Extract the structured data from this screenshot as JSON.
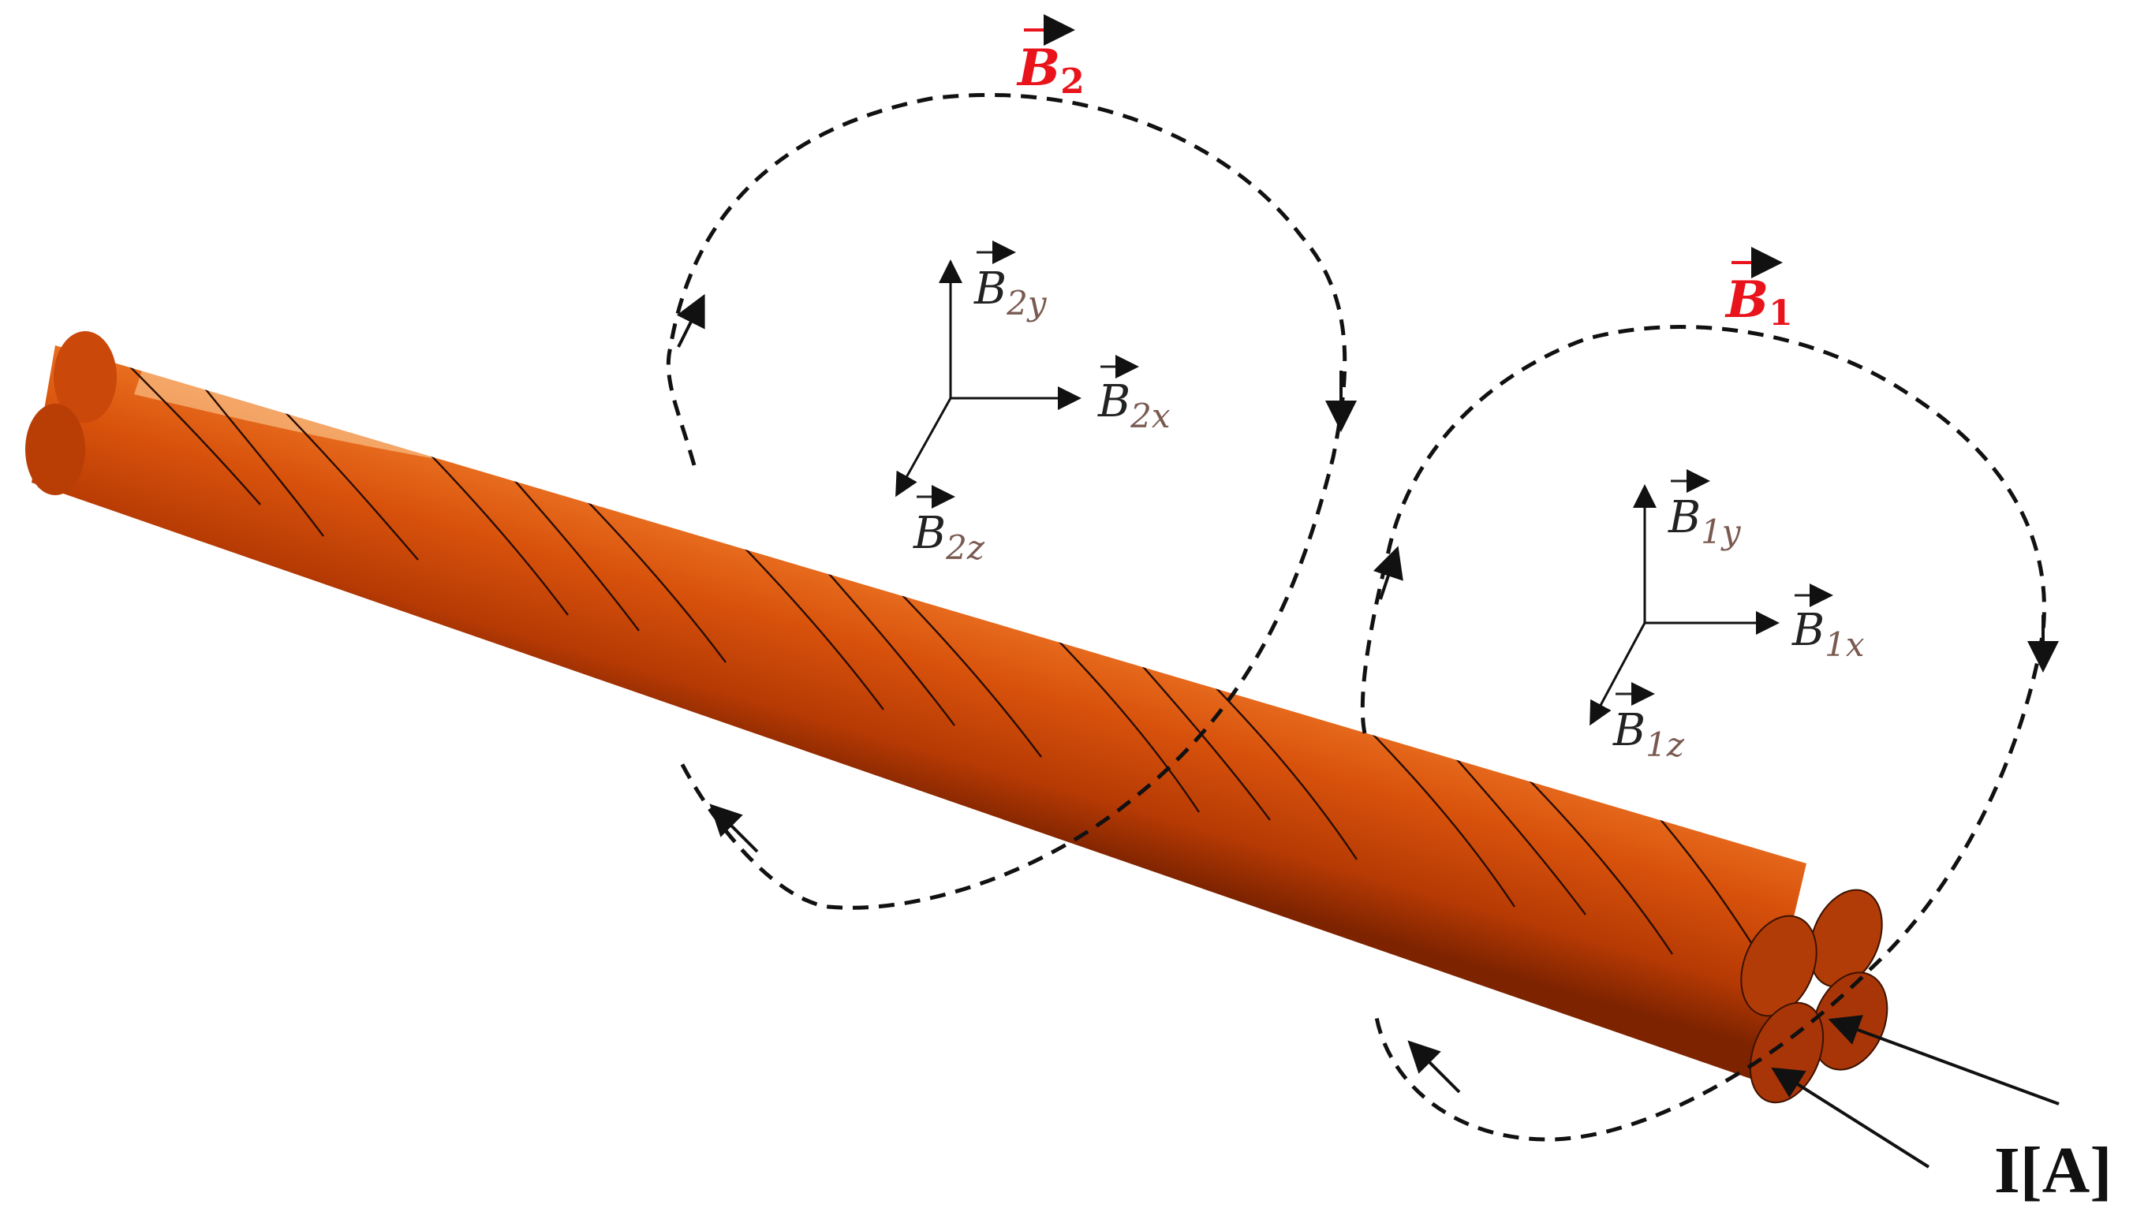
{
  "figure": {
    "field_labels": {
      "b2": {
        "base": "B",
        "sub": "2"
      },
      "b1": {
        "base": "B",
        "sub": "1"
      }
    },
    "components": {
      "b2x": {
        "base": "B",
        "sub": "2x"
      },
      "b2y": {
        "base": "B",
        "sub": "2y"
      },
      "b2z": {
        "base": "B",
        "sub": "2z"
      },
      "b1x": {
        "base": "B",
        "sub": "1x"
      },
      "b1y": {
        "base": "B",
        "sub": "1y"
      },
      "b1z": {
        "base": "B",
        "sub": "1z"
      }
    },
    "current_label": "I[A]",
    "colors": {
      "field_label": "#e8131b",
      "component_subscript": "#7a5a50",
      "copper_light": "#f08a3a",
      "copper_mid": "#d8520c",
      "copper_dark": "#8a2a00"
    }
  }
}
